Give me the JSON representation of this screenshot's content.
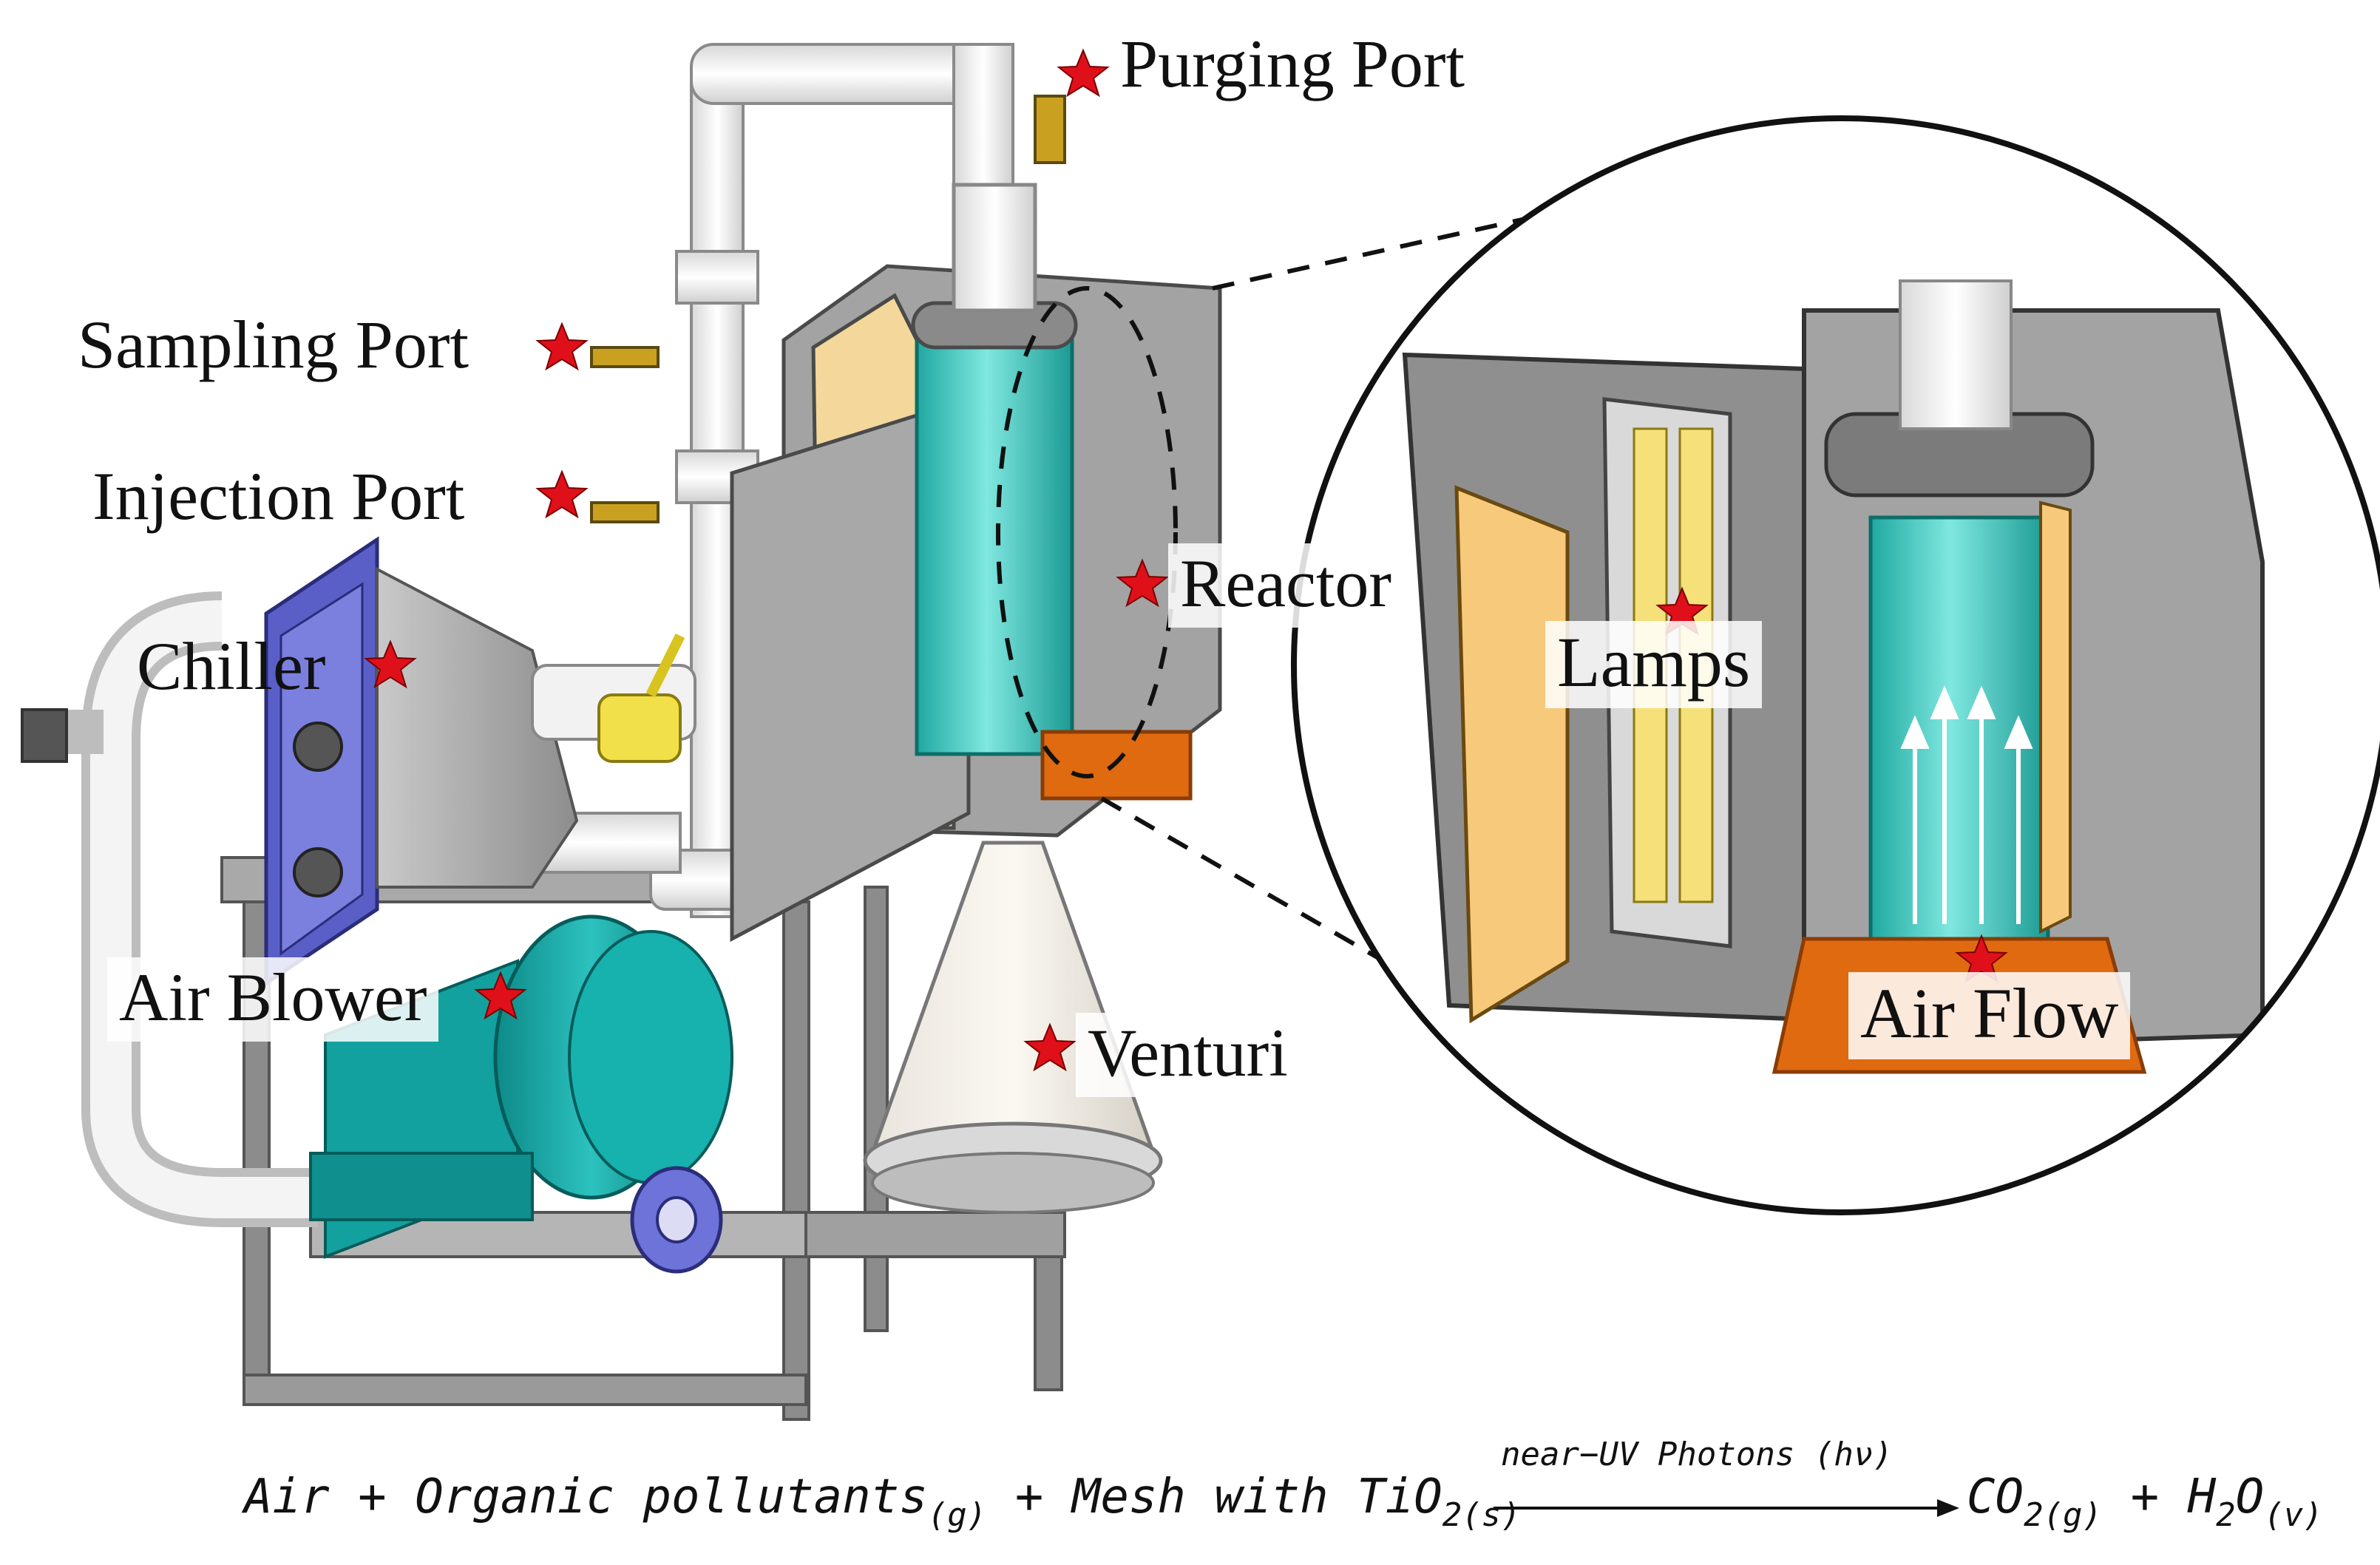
{
  "labels": {
    "purging_port": "Purging Port",
    "sampling_port": "Sampling Port",
    "injection_port": "Injection Port",
    "reactor": "Reactor",
    "chiller": "Chiller",
    "air_blower": "Air Blower",
    "venturi": "Venturi",
    "lamps": "Lamps",
    "air_flow": "Air Flow"
  },
  "equation": {
    "lhs": "Air + Organic pollutants",
    "lhs_sub1": "(g)",
    "lhs_mid": " + Mesh with TiO",
    "lhs_2": "2",
    "lhs_sub2": "(s)",
    "arrow_label": "near−UV Photons (hν)",
    "rhs_co": "CO",
    "rhs_2": "2",
    "rhs_sub1": "(g)",
    "rhs_mid": " + H",
    "rhs_h2": "2",
    "rhs_o": "O",
    "rhs_sub2": "(v)"
  },
  "colors": {
    "marker_star": "#e0101a",
    "reactor_tube": "#3fd0c8",
    "blower": "#14a7a5",
    "chiller_frame": "#5a5fc8",
    "lamp": "#f5e07a",
    "plate": "#e06a10",
    "enclosure": "#9a9a9a",
    "pipe": "#f2f2f2"
  }
}
